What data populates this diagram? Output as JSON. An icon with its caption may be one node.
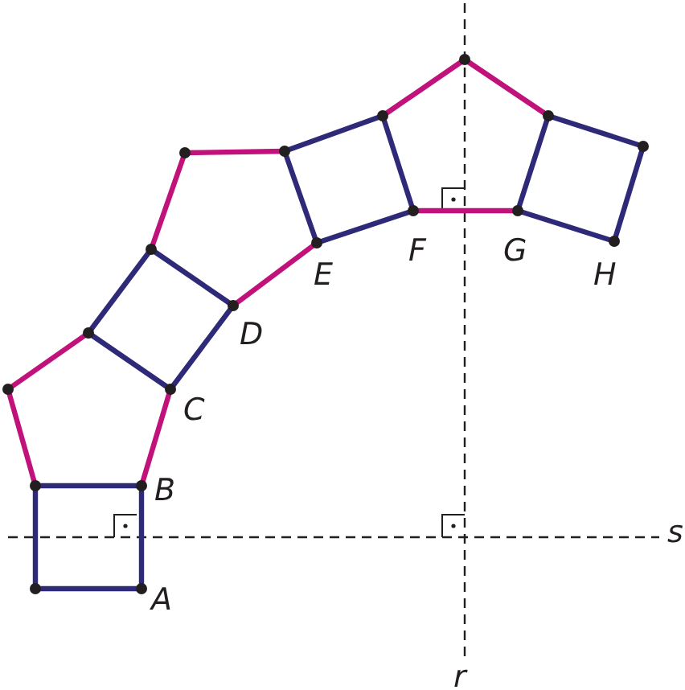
{
  "diagram": {
    "labels": [
      "A",
      "B",
      "C",
      "D",
      "E",
      "F",
      "G",
      "H",
      "r",
      "s"
    ]
  }
}
